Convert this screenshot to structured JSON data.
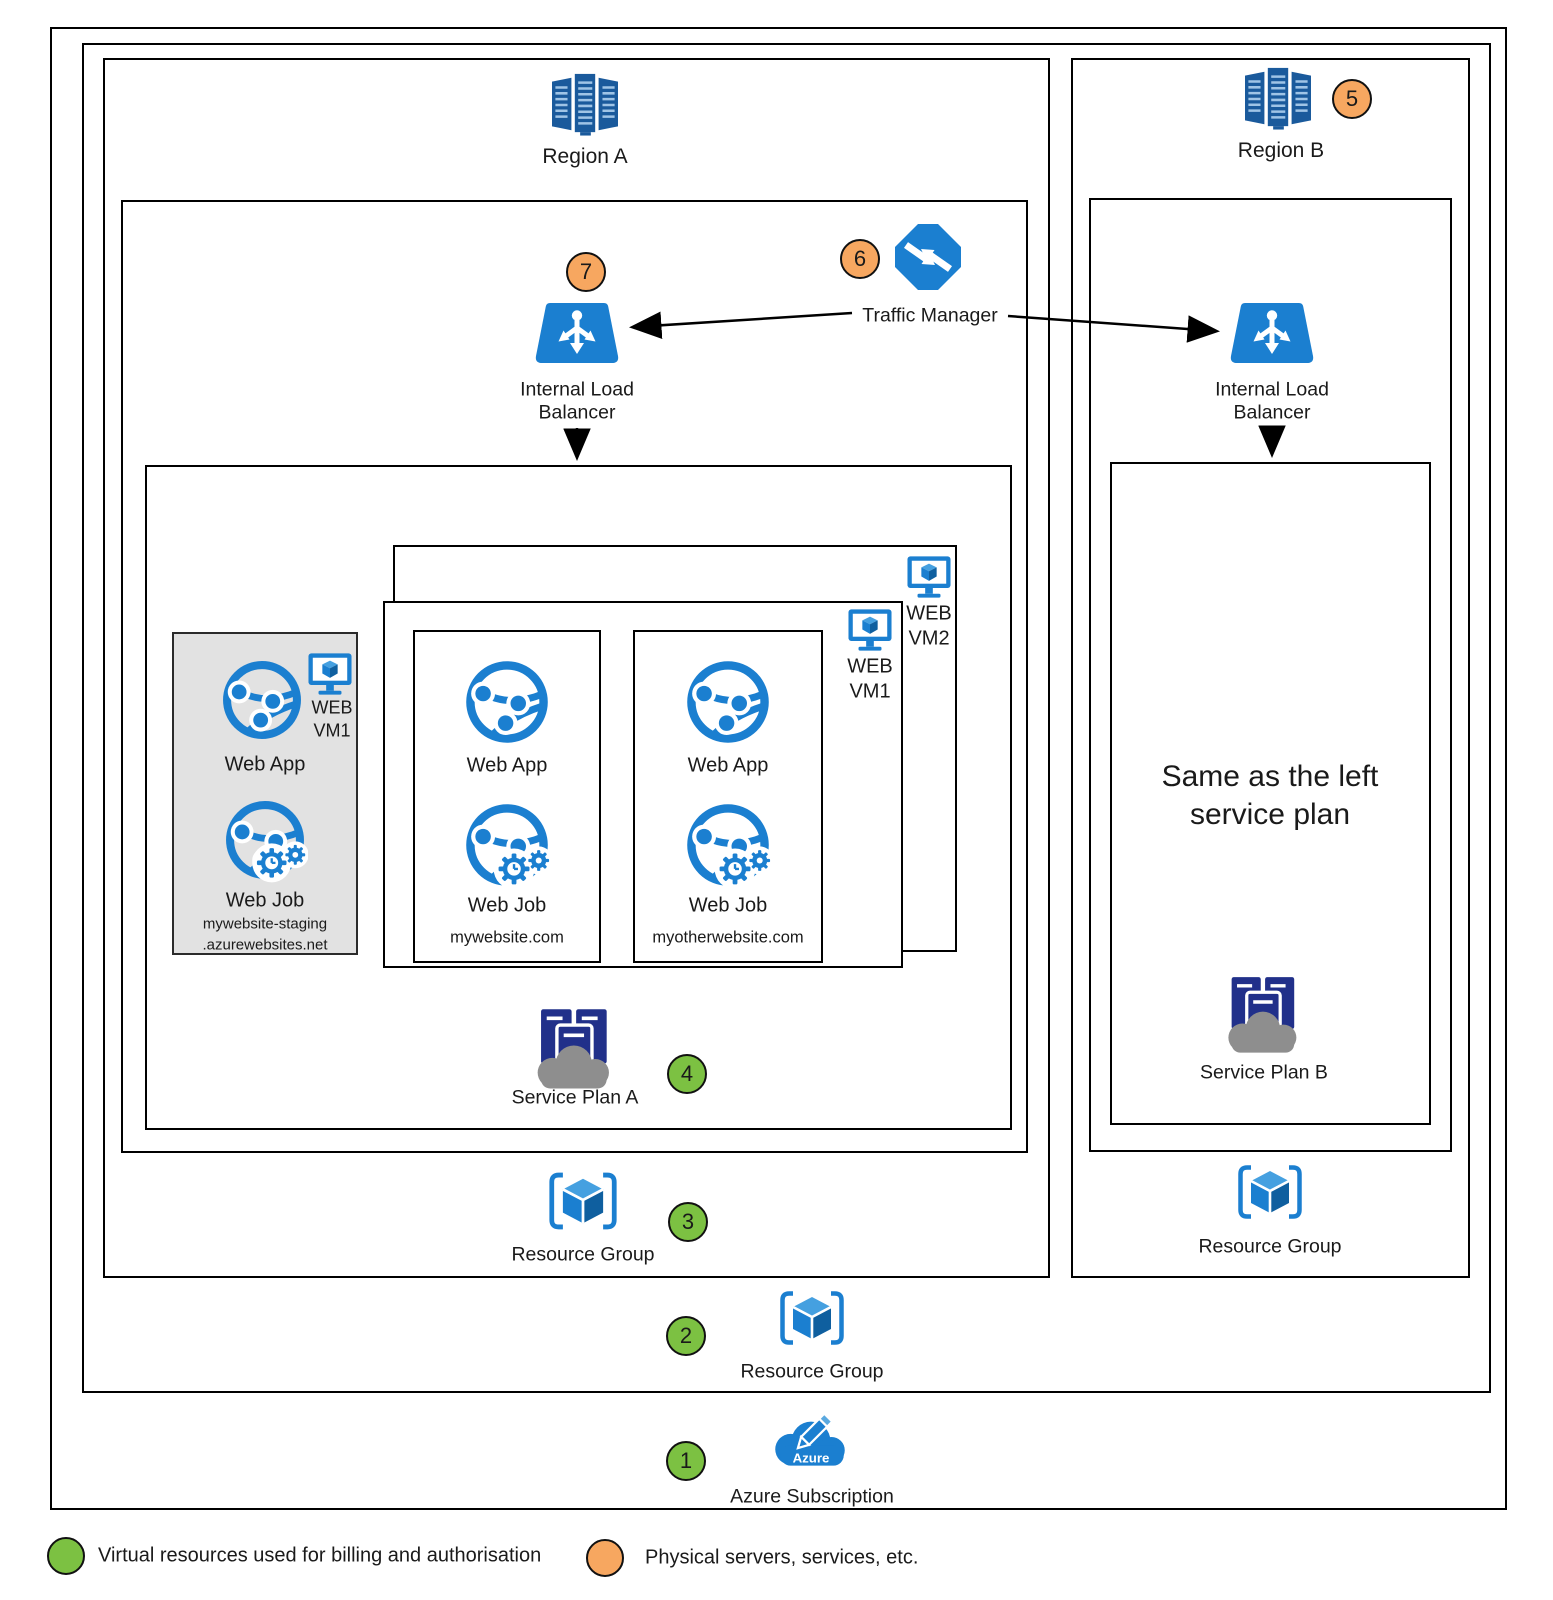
{
  "nodes": {
    "region_a": {
      "label": "Region A"
    },
    "region_b": {
      "label": "Region B"
    },
    "traffic_manager": {
      "label": "Traffic Manager"
    },
    "ilb_left": {
      "line1": "Internal Load",
      "line2": "Balancer"
    },
    "ilb_right": {
      "line1": "Internal Load",
      "line2": "Balancer"
    },
    "staging": {
      "vm_line1": "WEB",
      "vm_line2": "VM1",
      "web_app": "Web App",
      "web_job": "Web Job",
      "domain_line1": "mywebsite-staging",
      "domain_line2": ".azurewebsites.net"
    },
    "site1": {
      "web_app": "Web App",
      "web_job": "Web Job",
      "domain": "mywebsite.com"
    },
    "site2": {
      "web_app": "Web App",
      "web_job": "Web Job",
      "domain": "myotherwebsite.com"
    },
    "web_vm1": {
      "line1": "WEB",
      "line2": "VM1"
    },
    "web_vm2": {
      "line1": "WEB",
      "line2": "VM2"
    },
    "service_plan_a": {
      "label": "Service Plan A"
    },
    "service_plan_b": {
      "label": "Service Plan B"
    },
    "same_as_left": {
      "line1": "Same as the left",
      "line2": "service plan"
    },
    "resource_group_a": {
      "label": "Resource Group"
    },
    "resource_group_b": {
      "label": "Resource Group"
    },
    "resource_group_subscription": {
      "label": "Resource Group"
    },
    "azure_subscription": {
      "label": "Azure Subscription",
      "cloud_text": "Azure"
    }
  },
  "badges": {
    "b1": "1",
    "b2": "2",
    "b3": "3",
    "b4": "4",
    "b5": "5",
    "b6": "6",
    "b7": "7"
  },
  "legend": {
    "green": "Virtual resources used for billing and authorisation",
    "orange": "Physical servers, services, etc."
  },
  "colors": {
    "azure_blue": "#1b7fd0",
    "server_blue": "#1a5a9c",
    "plan_navy": "#21308a",
    "cloud_gray": "#8e8e8e",
    "badge_green": "#7cc142",
    "badge_orange": "#f7a760",
    "staging_bg": "#e2e2e2",
    "line_black": "#111111"
  }
}
